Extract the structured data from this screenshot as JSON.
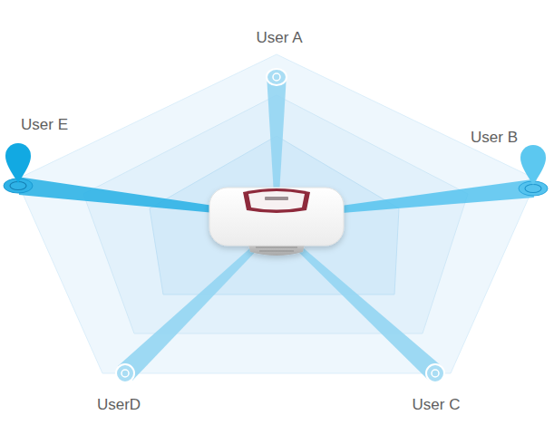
{
  "diagram": {
    "labels": [
      "User A",
      "User E",
      "User B",
      "UserD",
      "User C"
    ]
  }
}
